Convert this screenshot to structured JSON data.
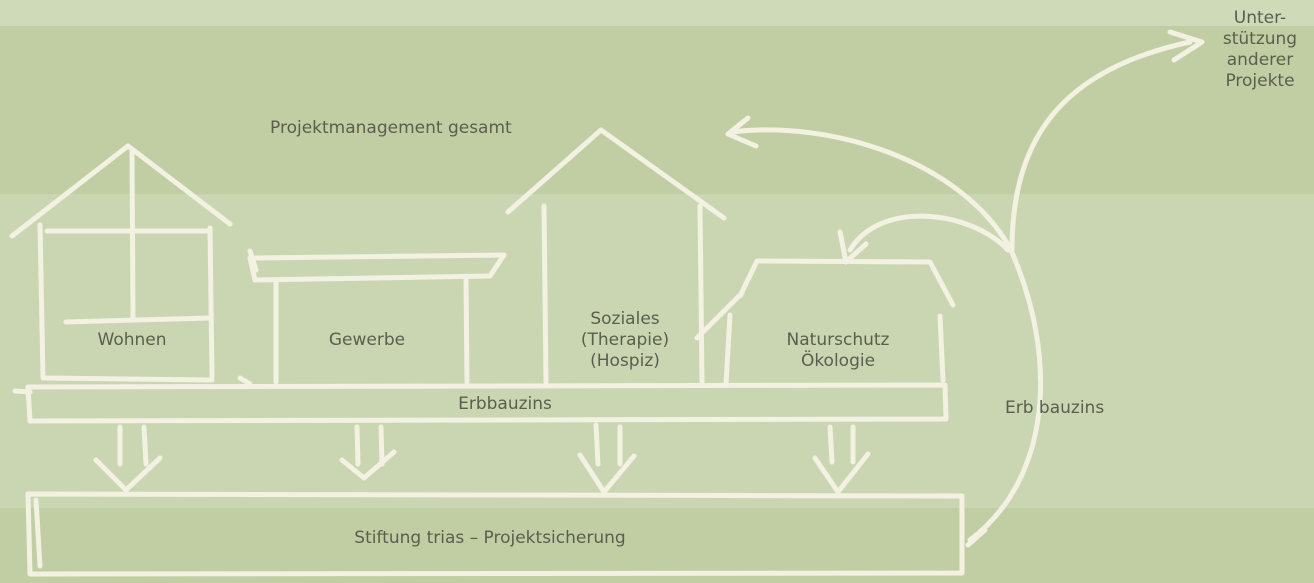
{
  "diagram": {
    "labels": {
      "projektmanagement": "Projektmanagement gesamt",
      "wohnen": "Wohnen",
      "gewerbe": "Gewerbe",
      "soziales": "Soziales\n(Therapie)\n(Hospiz)",
      "naturschutz": "Naturschutz\nÖkologie",
      "erbbauzins": "Erbbauzins",
      "erb_bauzins": "Erb bauzins",
      "stiftung": "Stiftung trias – Projektsicherung",
      "unterstuetzung": "Unter-\nstützung\nanderer\nProjekte"
    },
    "colors": {
      "band_light": "#cfdab9",
      "band_dark": "#c1cea3",
      "band_mid": "#cad6b2",
      "stroke": "#f2f1e2",
      "text": "#5b5e4e"
    }
  }
}
